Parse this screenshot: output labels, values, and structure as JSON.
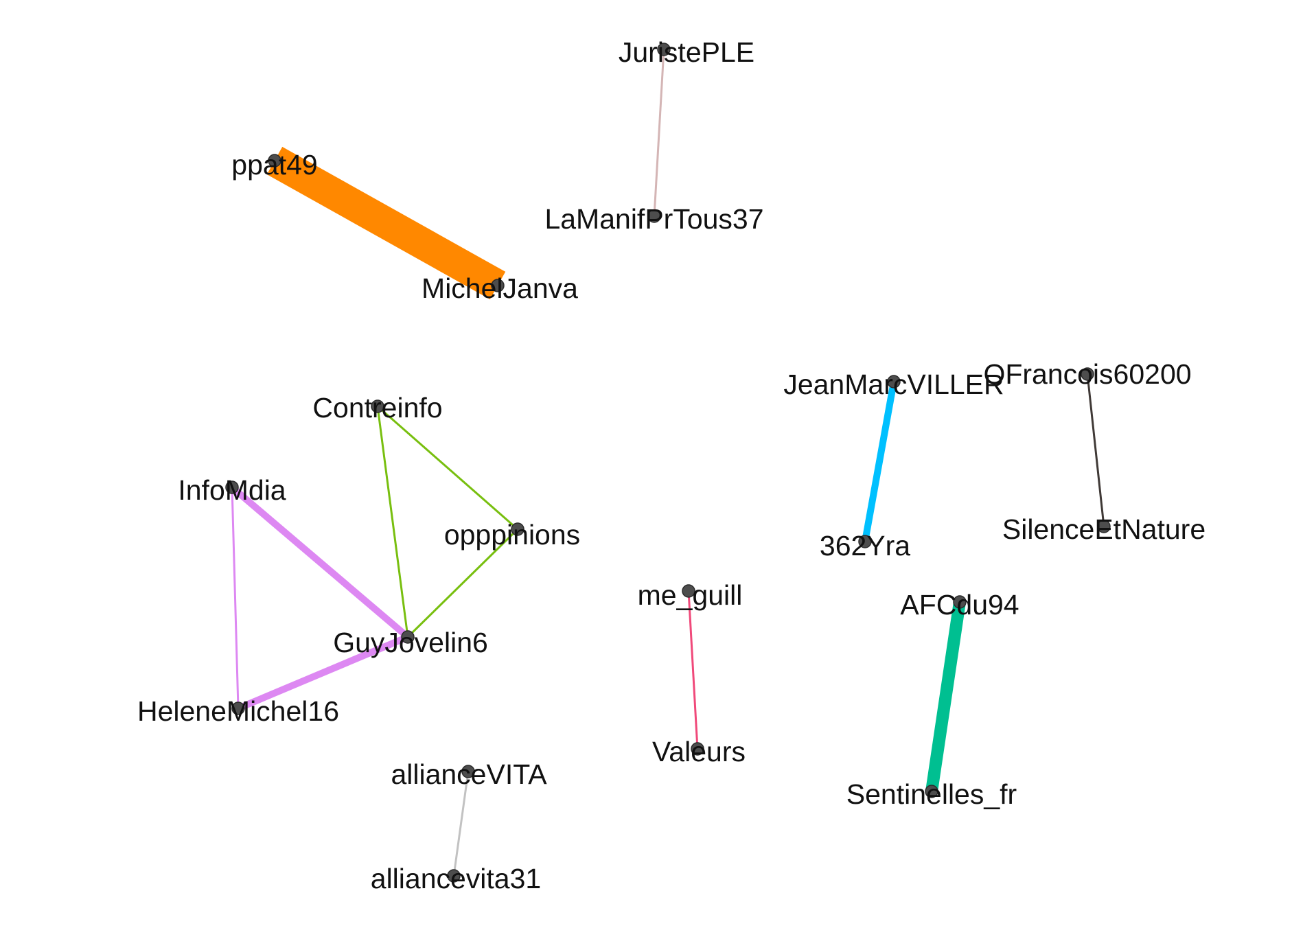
{
  "nodes": [
    {
      "id": "JuristePLE",
      "label": "JuristePLE"
    },
    {
      "id": "LaManifPrTous37",
      "label": "LaManifPrTous37"
    },
    {
      "id": "ppat49",
      "label": "ppat49"
    },
    {
      "id": "MichelJanva",
      "label": "MichelJanva"
    },
    {
      "id": "Contreinfo",
      "label": "Contreinfo"
    },
    {
      "id": "InfoMdia",
      "label": "InfoMdia"
    },
    {
      "id": "oppinions",
      "label": "opppinions"
    },
    {
      "id": "GuyJovelin6",
      "label": "GuyJovelin6"
    },
    {
      "id": "HeleneMichel16",
      "label": "HeleneMichel16"
    },
    {
      "id": "allianceVITA",
      "label": "allianceVITA"
    },
    {
      "id": "alliancevita31",
      "label": "alliancevita31"
    },
    {
      "id": "me_guill",
      "label": "me_guill"
    },
    {
      "id": "Valeurs",
      "label": "Valeurs"
    },
    {
      "id": "JeanMarcVILLER",
      "label": "JeanMarcVILLER"
    },
    {
      "id": "362Yra",
      "label": "362Yra"
    },
    {
      "id": "OFrancois60200",
      "label": "OFrancois60200"
    },
    {
      "id": "SilenceEtNature",
      "label": "SilenceEtNature"
    },
    {
      "id": "AFCdu94",
      "label": "AFCdu94"
    },
    {
      "id": "Sentinelles_fr",
      "label": "Sentinelles_fr"
    }
  ],
  "edges": [
    {
      "source": "JuristePLE",
      "target": "LaManifPrTous37",
      "color": "#d4b5b5",
      "weight": 1
    },
    {
      "source": "ppat49",
      "target": "MichelJanva",
      "color": "#ff8800",
      "weight": 14
    },
    {
      "source": "Contreinfo",
      "target": "oppinions",
      "color": "#78bf0f",
      "weight": 1
    },
    {
      "source": "Contreinfo",
      "target": "GuyJovelin6",
      "color": "#78bf0f",
      "weight": 1
    },
    {
      "source": "oppinions",
      "target": "GuyJovelin6",
      "color": "#78bf0f",
      "weight": 1
    },
    {
      "source": "InfoMdia",
      "target": "GuyJovelin6",
      "color": "#dd88f2",
      "weight": 3
    },
    {
      "source": "InfoMdia",
      "target": "HeleneMichel16",
      "color": "#dd88f2",
      "weight": 1
    },
    {
      "source": "GuyJovelin6",
      "target": "HeleneMichel16",
      "color": "#dd88f2",
      "weight": 3
    },
    {
      "source": "allianceVITA",
      "target": "alliancevita31",
      "color": "#c2c2c2",
      "weight": 1
    },
    {
      "source": "me_guill",
      "target": "Valeurs",
      "color": "#f0497a",
      "weight": 1
    },
    {
      "source": "JeanMarcVILLER",
      "target": "362Yra",
      "color": "#00c0ff",
      "weight": 3
    },
    {
      "source": "OFrancois60200",
      "target": "SilenceEtNature",
      "color": "#403a37",
      "weight": 1
    },
    {
      "source": "AFCdu94",
      "target": "Sentinelles_fr",
      "color": "#00bf91",
      "weight": 6
    }
  ]
}
